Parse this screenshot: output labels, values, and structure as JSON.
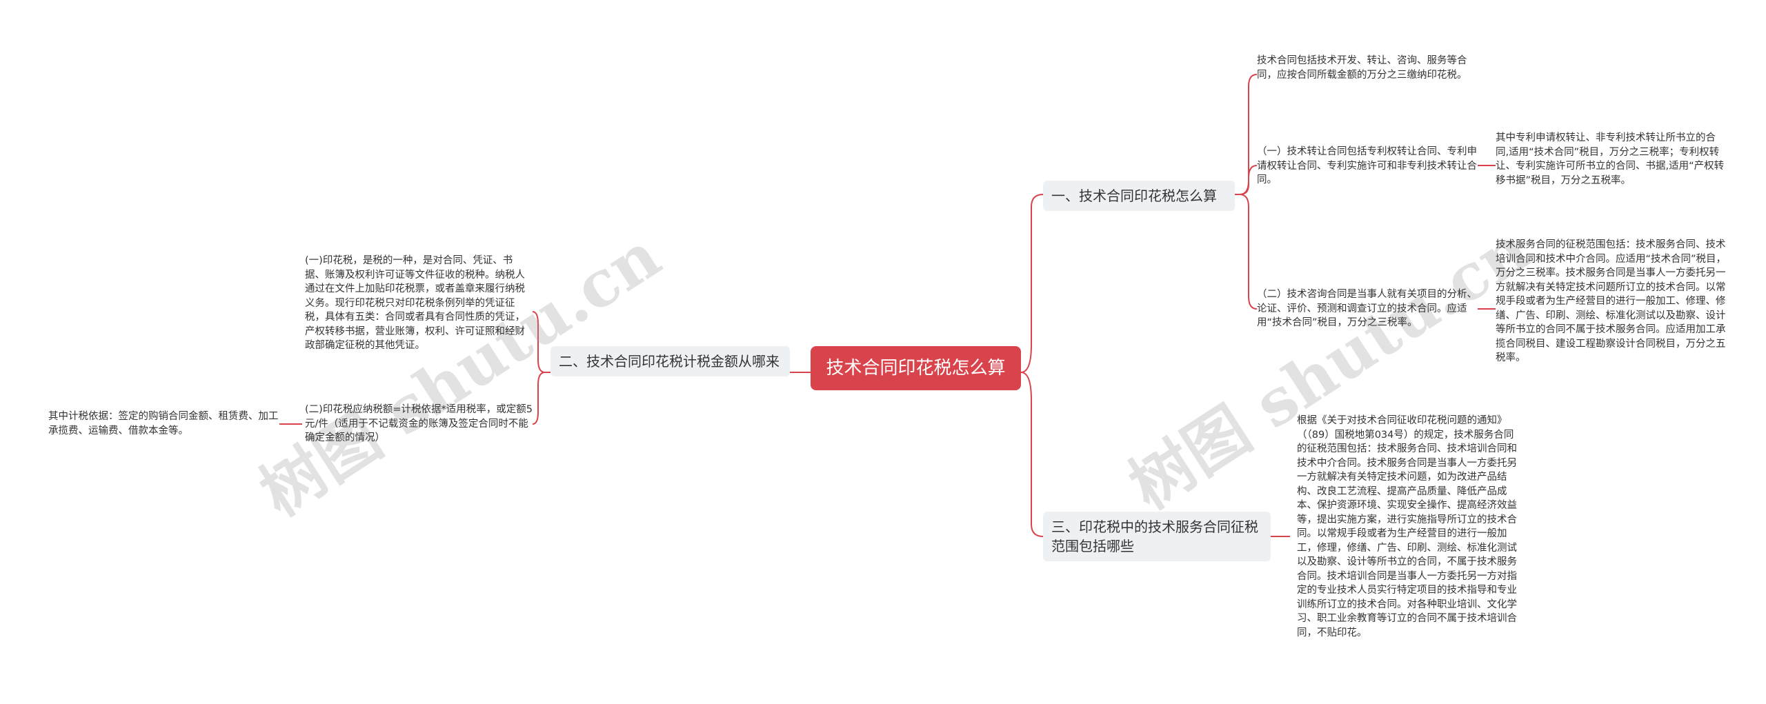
{
  "mindmap": {
    "root": "技术合同印花税怎么算",
    "branch1": {
      "label": "一、技术合同印花税怎么算",
      "leaf_a": "技术合同包括技术开发、转让、咨询、服务等合同，应按合同所载金额的万分之三缴纳印花税。",
      "leaf_b": "（一）技术转让合同包括专利权转让合同、专利申请权转让合同、专利实施许可和非专利技术转让合同。",
      "leaf_b_detail": "其中专利申请权转让、非专利技术转让所书立的合同,适用“技术合同”税目，万分之三税率；专利权转让、专利实施许可所书立的合同、书据,适用“产权转移书据”税目，万分之五税率。",
      "leaf_c": "（二）技术咨询合同是当事人就有关项目的分析、论证、评价、预测和调查订立的技术合同。应适用“技术合同”税目，万分之三税率。",
      "leaf_c_detail": "技术服务合同的征税范围包括：技术服务合同、技术培训合同和技术中介合同。应适用“技术合同”税目，万分之三税率。技术服务合同是当事人一方委托另一方就解决有关特定技术问题所订立的技术合同。以常规手段或者为生产经营目的进行一般加工、修理、修缮、广告、印刷、测绘、标准化测试以及勘察、设计等所书立的合同不属于技术服务合同。应适用加工承揽合同税目、建设工程勘察设计合同税目，万分之五税率。"
    },
    "branch2": {
      "label": "二、技术合同印花税计税金额从哪来",
      "leaf_a": "(一)印花税，是税的一种，是对合同、凭证、书据、账簿及权利许可证等文件征收的税种。纳税人通过在文件上加贴印花税票，或者盖章来履行纳税义务。现行印花税只对印花税条例列举的凭证征税，具体有五类：合同或者具有合同性质的凭证，产权转移书据，营业账簿，权利、许可证照和经财政部确定征税的其他凭证。",
      "leaf_b": "(二)印花税应纳税额=计税依据*适用税率，或定额5元/件（适用于不记载资金的账簿及签定合同时不能确定金额的情况）",
      "leaf_b_detail": "其中计税依据：签定的购销合同金额、租赁费、加工承揽费、运输费、借款本金等。"
    },
    "branch3": {
      "label": "三、印花税中的技术服务合同征税范围包括哪些",
      "leaf_a": "根据《关于对技术合同征收印花税问题的通知》（（89）国税地第034号）的规定，技术服务合同的征税范围包括：技术服务合同、技术培训合同和技术中介合同。技术服务合同是当事人一方委托另一方就解决有关特定技术问题，如为改进产品结构、改良工艺流程、提高产品质量、降低产品成本、保护资源环境、实现安全操作、提高经济效益等，提出实施方案，进行实施指导所订立的技术合同。以常规手段或者为生产经营目的进行一般加工，修理，修缮、广告、印刷、测绘、标准化测试以及勘察、设计等所书立的合同，不属于技术服务合同。技术培训合同是当事人一方委托另一方对指定的专业技术人员实行特定项目的技术指导和专业训练所订立的技术合同。对各种职业培训、文化学习、职工业余教育等订立的合同不属于技术培训合同，不贴印花。"
    }
  },
  "watermarks": [
    "树图 shutu.cn",
    "树图 shutu.cn"
  ],
  "colors": {
    "accent": "#d9434b",
    "branch_bg": "#eef1f4",
    "line": "#d9434b"
  }
}
